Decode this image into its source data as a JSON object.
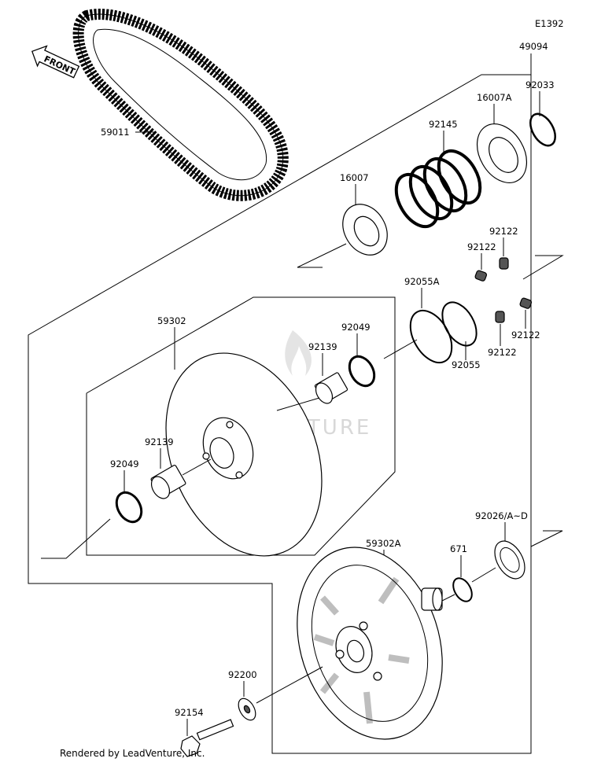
{
  "diagram": {
    "code": "E1392",
    "front_label": "FRONT",
    "watermark": "LEADVENTURE",
    "footer": "Rendered by LeadVenture, Inc.",
    "parts": [
      {
        "id": "belt",
        "label": "59011"
      },
      {
        "id": "assy",
        "label": "49094"
      },
      {
        "id": "ring-top",
        "label": "92033"
      },
      {
        "id": "seal-top",
        "label": "16007A"
      },
      {
        "id": "spring",
        "label": "92145"
      },
      {
        "id": "cam",
        "label": "16007"
      },
      {
        "id": "bush-a",
        "label": "92122"
      },
      {
        "id": "bush-b",
        "label": "92122"
      },
      {
        "id": "bush-c",
        "label": "92122"
      },
      {
        "id": "bush-d",
        "label": "92122"
      },
      {
        "id": "oring-a",
        "label": "92055A"
      },
      {
        "id": "oring-b",
        "label": "92055"
      },
      {
        "id": "sheave",
        "label": "59302"
      },
      {
        "id": "seal-upper",
        "label": "92049"
      },
      {
        "id": "bearing-upper",
        "label": "92139"
      },
      {
        "id": "bearing-lower",
        "label": "92139"
      },
      {
        "id": "seal-lower",
        "label": "92049"
      },
      {
        "id": "sheave-fixed",
        "label": "59302A"
      },
      {
        "id": "oring-small",
        "label": "671"
      },
      {
        "id": "shim",
        "label": "92026/A~D"
      },
      {
        "id": "washer",
        "label": "92200"
      },
      {
        "id": "bolt",
        "label": "92154"
      }
    ]
  }
}
